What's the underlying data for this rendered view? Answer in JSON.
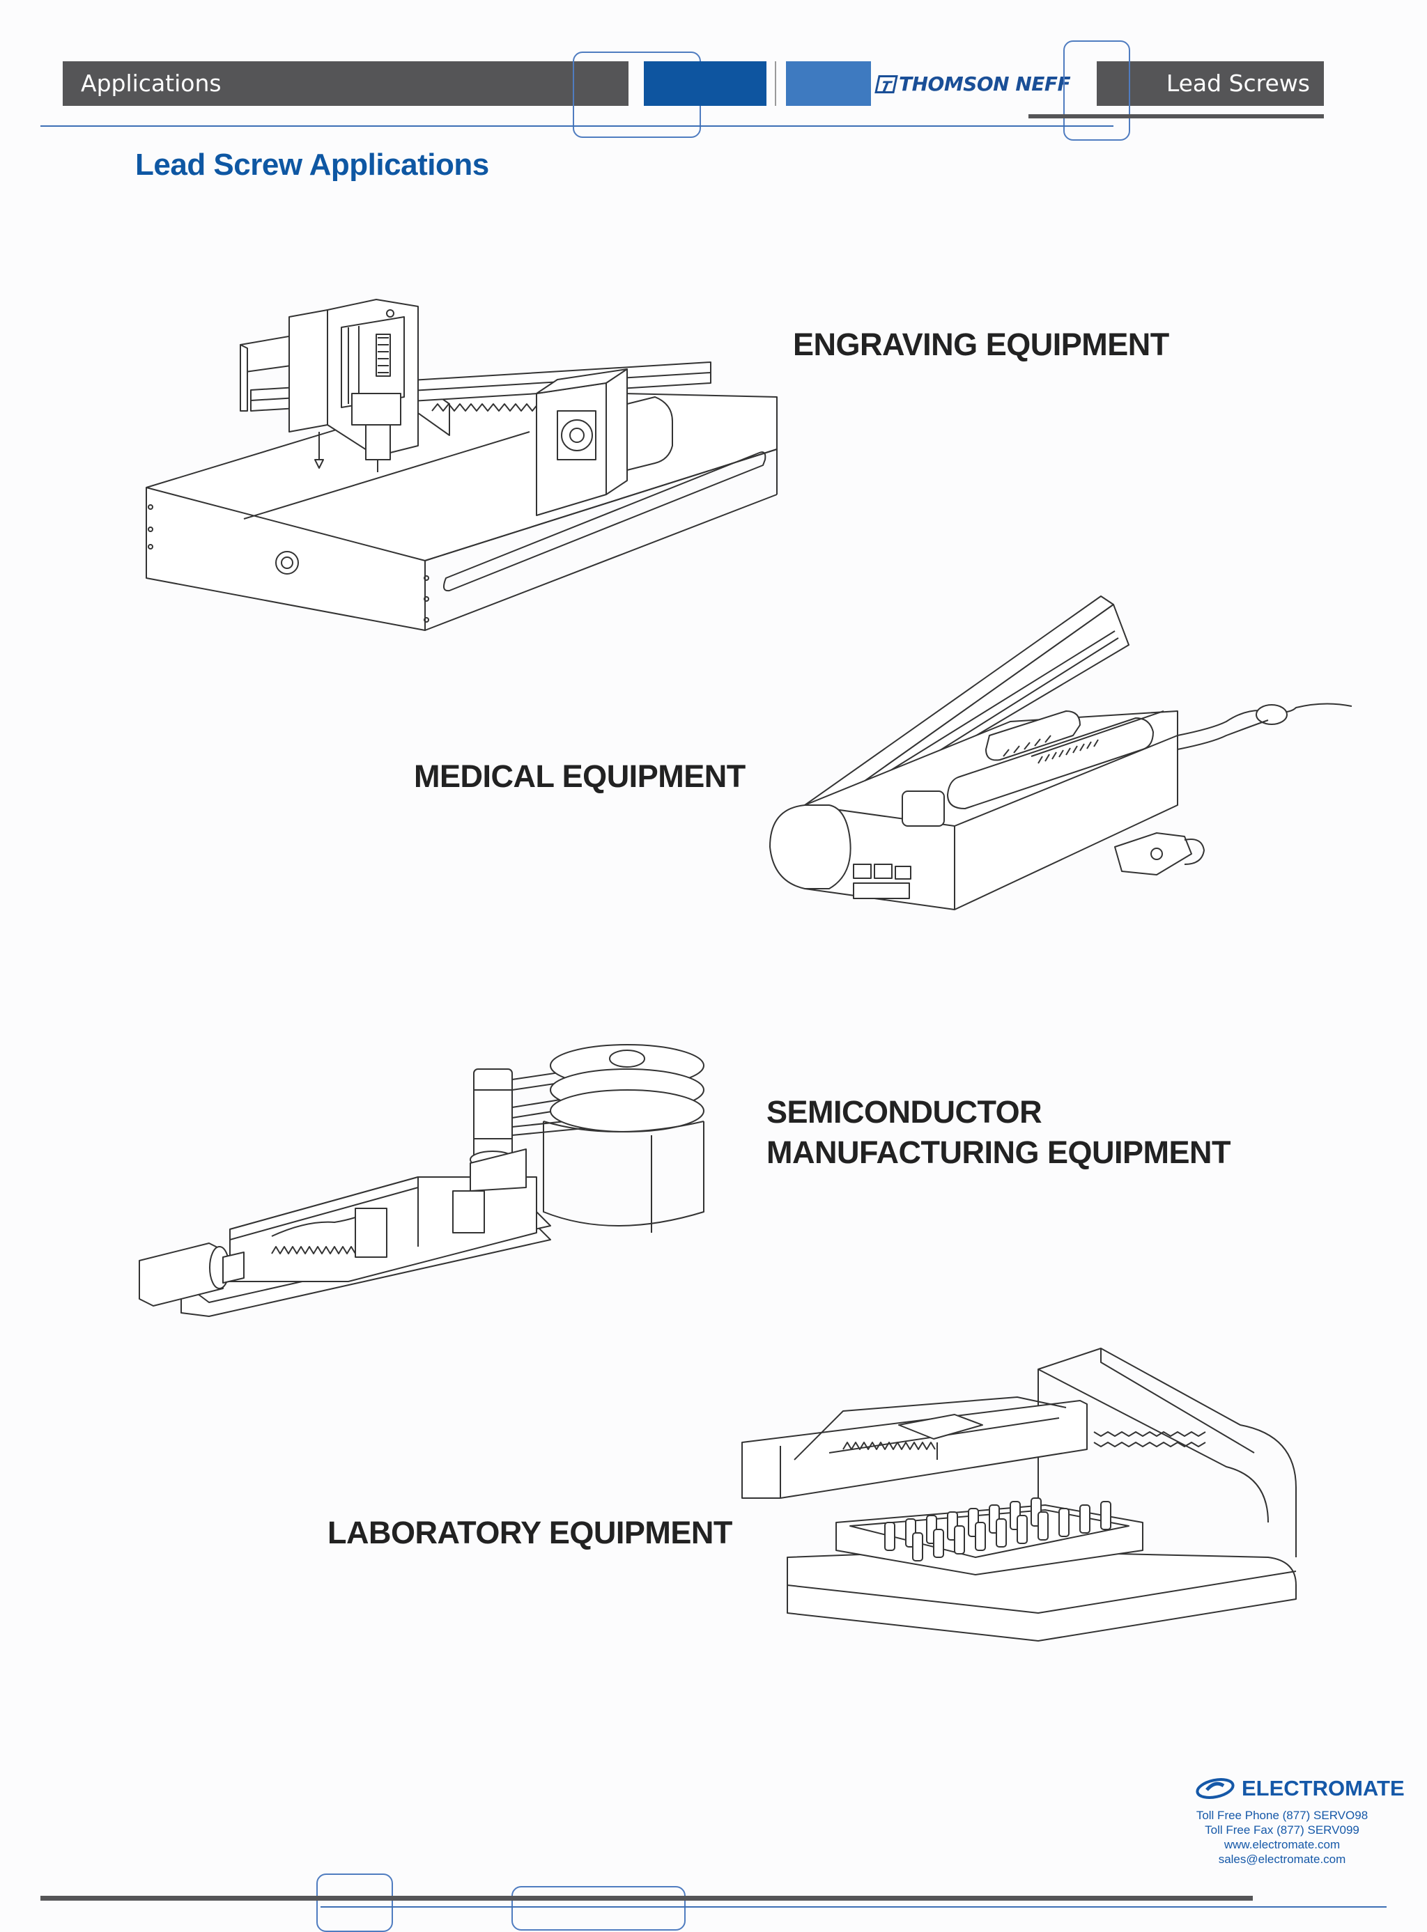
{
  "header": {
    "left_label": "Applications",
    "brand": "THOMSON NEFF",
    "right_label": "Lead Screws"
  },
  "page": {
    "title": "Lead Screw Applications"
  },
  "applications": [
    {
      "label": "ENGRAVING EQUIPMENT"
    },
    {
      "label": "MEDICAL EQUIPMENT"
    },
    {
      "label_line1": "SEMICONDUCTOR",
      "label_line2": "MANUFACTURING EQUIPMENT"
    },
    {
      "label": "LABORATORY EQUIPMENT"
    }
  ],
  "footer": {
    "company": "ELECTROMATE",
    "phone": "Toll Free Phone  (877) SERVO98",
    "fax": "Toll Free Fax  (877) SERV099",
    "website": "www.electromate.com",
    "email": "sales@electromate.com"
  }
}
